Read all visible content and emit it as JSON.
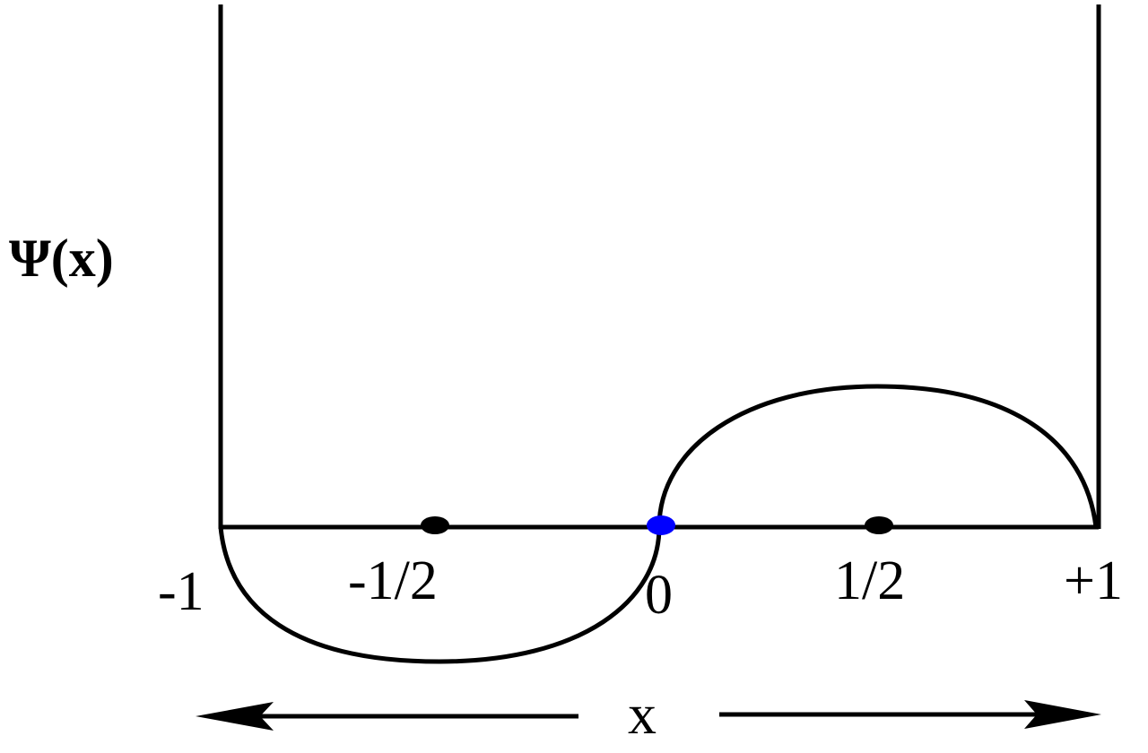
{
  "diagram": {
    "y_axis_label": "Ψ(x)",
    "x_axis_label": "x",
    "tick_labels": {
      "minus_one": "-1",
      "minus_half": "-1/2",
      "zero": "0",
      "half": "1/2",
      "plus_one": "+1"
    },
    "colors": {
      "line": "#000000",
      "node_marker": "#000000",
      "center_marker": "#0000ff"
    }
  }
}
